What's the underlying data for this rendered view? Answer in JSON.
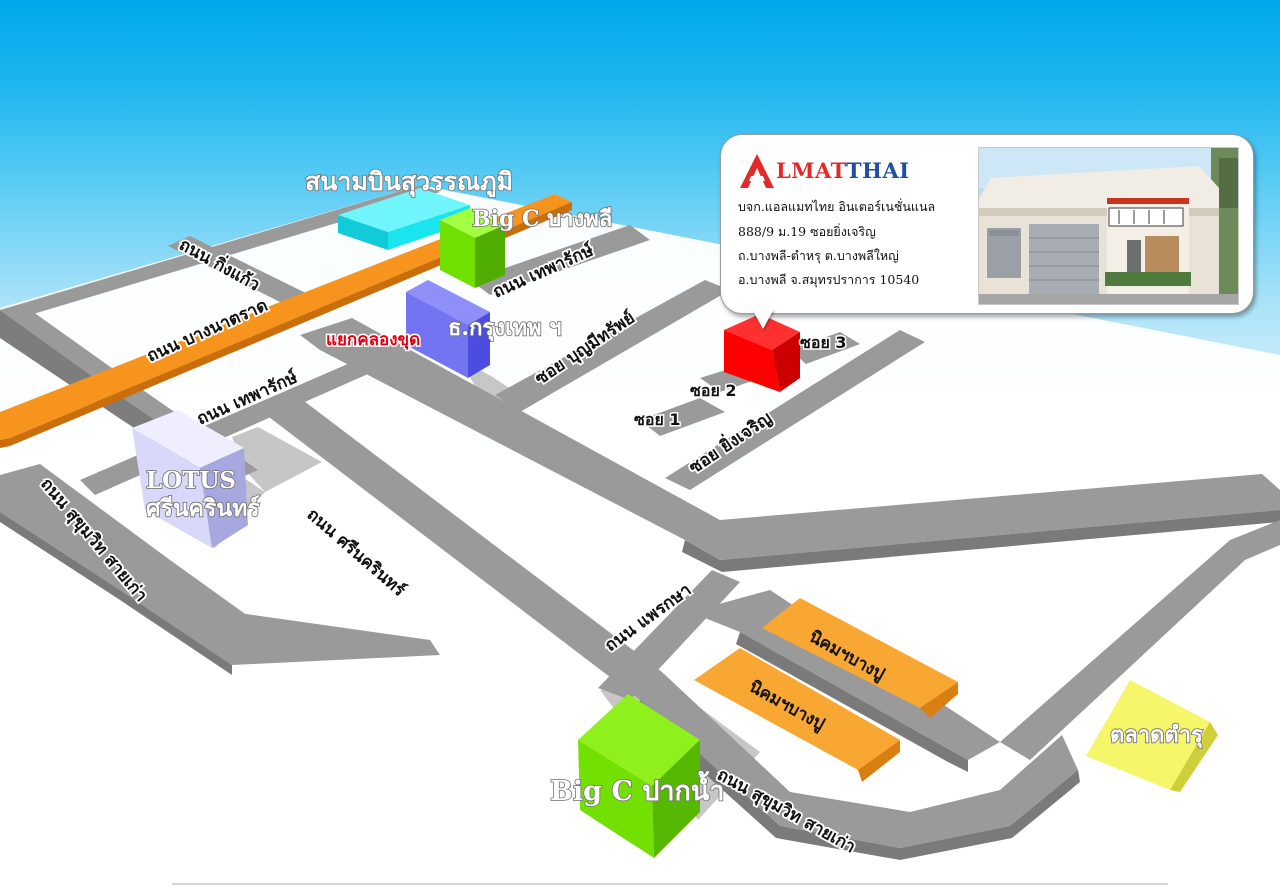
{
  "company": {
    "logo_letter": "A",
    "logo_red": "LMAT",
    "logo_blue": "THAI",
    "address_lines": [
      "บจก.แอลแมทไทย อินเตอร์เนชั่นแนล",
      "888/9  ม.19  ซอยยิ่งเจริญ",
      "ถ.บางพลี-ตำหรุ ต.บางพลีใหญ่",
      "อ.บางพลี  จ.สมุทรปราการ 10540"
    ]
  },
  "places": {
    "airport": "สนามบินสุวรรณภูมิ",
    "bigc_bangphli": "Big C บางพลี",
    "bangkok_bank": "ธ.กรุงเทพ ฯ",
    "lotus_line1": "LOTUS",
    "lotus_line2": "ศรีนครินทร์",
    "bigc_paknam": "Big C ปากน้ำ",
    "talad_tamru": "ตลาดตำรุ",
    "nikhom_1": "นิคมฯบางปู",
    "nikhom_2": "นิคมฯบางปู"
  },
  "roads": {
    "king_kaeo": "ถนน กิ่งแก้ว",
    "bangna_trad": "ถนน บางนาตราด",
    "thepharak_top": "ถนน เทพารักษ์",
    "thepharak_mid": "ถนน เทพารักษ์",
    "sukhumvit_left": "ถนน สุขุมวิท สายเก่า",
    "srinakarin": "ถนน ศรีนครินทร์",
    "phraeksa": "ถนน แพรกษา",
    "sukhumvit_bottom": "ถนน สุขุมวิท สายเก่า",
    "soi_bunmisap": "ซอย บุญมีทรัพย์",
    "soi_yingcharoen": "ซอย ยิ่งเจริญ",
    "soi_1": "ซอย 1",
    "soi_2": "ซอย 2",
    "soi_3": "ซอย 3"
  },
  "junction": "แยกคลองขุด",
  "colors": {
    "road": "#999999",
    "road_side": "#7a7a7a",
    "highway": "#f7941d",
    "red_building": "#ff0000",
    "airport": "#18e7f0",
    "bigc": "#74e000",
    "bank": "#6d6ef2",
    "lotus": "#c8c8f4",
    "nikhom": "#f9a733",
    "talad": "#f3f36a"
  }
}
